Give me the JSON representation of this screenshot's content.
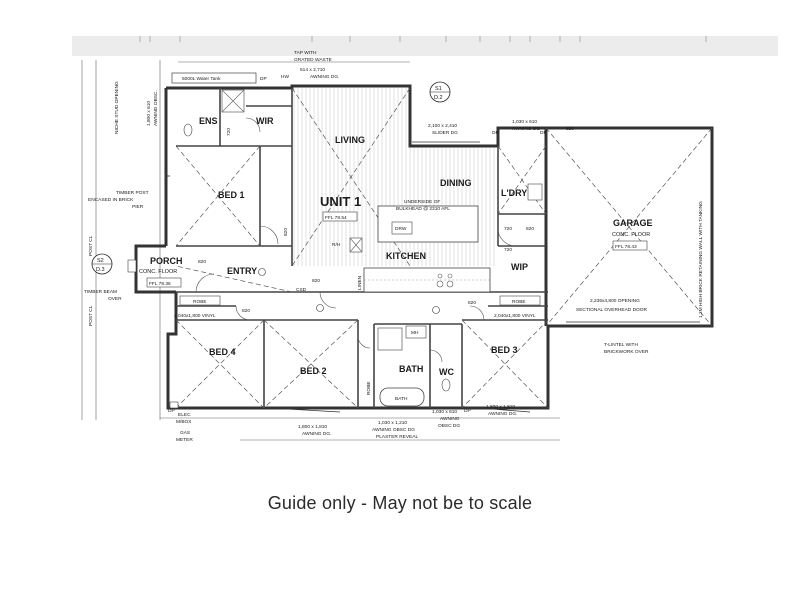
{
  "footer_note": "Guide only - May not be to scale",
  "rooms": {
    "ens": "ENS",
    "wir": "WIR",
    "living": "LIVING",
    "unit": "UNIT 1",
    "dining": "DINING",
    "ldry": "L'DRY",
    "garage": "GARAGE",
    "garage_floor": "CONC. FLOOR",
    "bed1": "BED 1",
    "kitchen": "KITCHEN",
    "wip": "WIP",
    "porch": "PORCH",
    "porch_floor": "CONC. FLOOR",
    "entry": "ENTRY",
    "bed4": "BED 4",
    "bed2": "BED 2",
    "bath": "BATH",
    "bath_tub": "BATH",
    "wc": "WC",
    "bed3": "BED 3",
    "robe_left": "ROBE",
    "robe_right": "ROBE",
    "robe_bed2": "ROBE",
    "linen": "LINEN",
    "drw": "DRW"
  },
  "levels": {
    "unit": "FFL 78.54",
    "garage": "FFL 78.43",
    "porch": "FFL 78.36"
  },
  "sections": [
    {
      "id": "S1",
      "sheet": "D.2"
    },
    {
      "id": "S2",
      "sheet": "D.3"
    }
  ],
  "annotations": {
    "tap": "TAP WITH",
    "tap2": "GRATED WASTE",
    "tank": "5000L Water Tank",
    "awning_top": "AWNING DG.",
    "awning_top_size": "514 x 2,710",
    "slider_size": "2,100 x 2,410",
    "slider": "SLIDER DG",
    "awning_right_size": "1,030 x 610",
    "awning_right": "AWNING DG",
    "awning_ens_size": "1,800 x 610",
    "awning_ens": "AWNING OBSC.",
    "niche": "NICHE STUD OPENING",
    "timber_post": "TIMBER POST",
    "timber_post2": "ENCASED IN BRICK",
    "timber_post3": "PIER",
    "timber_beam": "TIMBER BEAM",
    "timber_beam2": "OVER",
    "post_cl": "POST CL",
    "bulkhead": "UNDERSIDE OF",
    "bulkhead2": "BULKHEAD @ 2310 AFL",
    "csd": "CSD",
    "opening_size": "2,236x4,800 OPENING",
    "opening": "SECTIONAL OVERHEAD DOOR",
    "tlintel": "T-LINTEL WITH",
    "tlintel2": "BRICKWORK OVER",
    "vinyl_left": "2,040x1,800 VINYL",
    "vinyl_right": "2,040x1,800 VINYL",
    "elec": "ELEC",
    "elec2": "M/BOX",
    "gas": "GAS",
    "gas2": "METER",
    "awning_bed2_size": "1,800 x 1,810",
    "awning_bed2": "AWNING DG.",
    "awning_bath_size": "1,030 x 1,210",
    "awning_bath": "AWNING OBSC DG",
    "plaster": "PLASTER REVEAL",
    "awning_wc_size": "1,030 x 610",
    "awning_wc": "AWNING",
    "awning_wc2": "OBSC DG",
    "awning_bed3_size": "1,800 x 1,810",
    "awning_bed3": "AWNING DG.",
    "retaining": "1.2M HIGH BRICK RETAINING WALL WITH TANKING",
    "door820": "820",
    "door720": "720",
    "dp": "DP",
    "hw": "HW",
    "mh": "MH",
    "rh": "R/H"
  }
}
